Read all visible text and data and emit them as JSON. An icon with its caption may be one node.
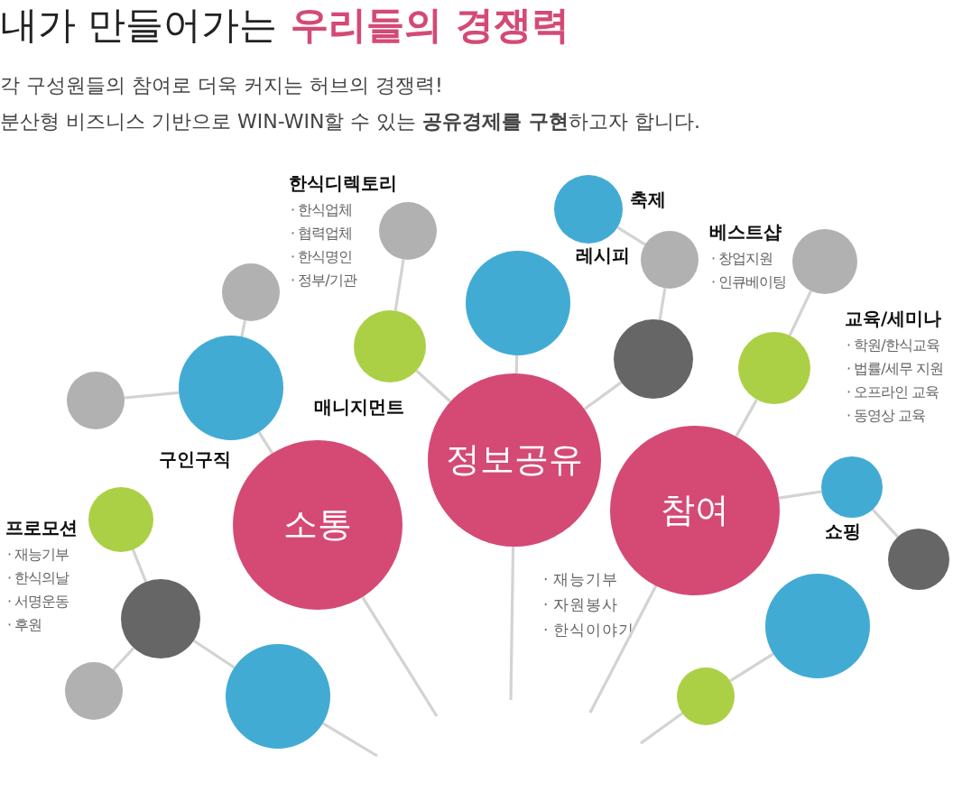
{
  "diagram": {
    "title": "내가 만들어가는 우리들의 경쟁력",
    "nodes": [
      {
        "text": [],
        "shape": "circle",
        "beside": [
          "축제"
        ]
      },
      {
        "text": [],
        "shape": "circle",
        "beside": [
          "한식디렉토리",
          "· 한식업체",
          "· 협력업체",
          "· 한식명인",
          "· 정부/기관"
        ]
      },
      {
        "text": [],
        "shape": "circle",
        "beside": [
          "베스트샵",
          "· 창업지원",
          "· 인큐베이팅"
        ]
      },
      {
        "text": [],
        "shape": "circle"
      },
      {
        "text": [],
        "shape": "circle"
      },
      {
        "text": [],
        "shape": "circle",
        "beside": [
          "레시피"
        ]
      },
      {
        "text": [],
        "shape": "circle",
        "beside": [
          "매니지먼트"
        ]
      },
      {
        "text": [],
        "shape": "circle"
      },
      {
        "text": [],
        "shape": "circle",
        "beside": [
          "교육/세미나",
          "· 학원/한식교육",
          "· 법률/세무 지원",
          "· 오프라인 교육",
          "· 동영상 교육"
        ]
      },
      {
        "text": [],
        "shape": "circle"
      },
      {
        "text": [],
        "shape": "circle",
        "beside": [
          "구인구직"
        ]
      },
      {
        "text": [
          "정보공유"
        ]
      },
      {
        "text": [],
        "shape": "circle",
        "beside": [
          "쇼핑"
        ]
      },
      {
        "text": [
          "참여"
        ]
      },
      {
        "text": [],
        "shape": "circle",
        "beside": [
          "프로모션",
          "· 재능기부",
          "· 한식의날",
          "· 서명운동",
          "· 후원"
        ]
      },
      {
        "text": [
          "소통"
        ]
      },
      {
        "text": [],
        "shape": "circle"
      },
      {
        "text": [],
        "shape": "circle"
      },
      {
        "text": [],
        "shape": "circle"
      },
      {
        "text": [],
        "shape": "circle"
      },
      {
        "text": [],
        "shape": "circle"
      },
      {
        "text": [],
        "shape": "circle"
      }
    ],
    "edges": [
      {
        "from": 15,
        "to": null,
        "arrow": "none"
      },
      {
        "from": 11,
        "to": null,
        "arrow": "none"
      },
      {
        "from": 13,
        "to": null,
        "arrow": "none"
      },
      {
        "from": 20,
        "to": null,
        "arrow": "none"
      },
      {
        "from": 21,
        "to": null,
        "arrow": "none"
      },
      {
        "from": 15,
        "to": 10,
        "arrow": "none"
      },
      {
        "from": 10,
        "to": 4,
        "arrow": "none"
      },
      {
        "from": 10,
        "to": 9,
        "arrow": "none"
      },
      {
        "from": 11,
        "to": 6,
        "arrow": "none"
      },
      {
        "from": 6,
        "to": 1,
        "arrow": "none"
      },
      {
        "from": 11,
        "to": 5,
        "arrow": "none"
      },
      {
        "from": 11,
        "to": 7,
        "arrow": "none"
      },
      {
        "from": 7,
        "to": 2,
        "arrow": "none"
      },
      {
        "from": 2,
        "to": 0,
        "arrow": "none"
      },
      {
        "from": 13,
        "to": 8,
        "arrow": "none"
      },
      {
        "from": 8,
        "to": 3,
        "arrow": "none"
      },
      {
        "from": 13,
        "to": 12,
        "arrow": "none"
      },
      {
        "from": 12,
        "to": 16,
        "arrow": "none"
      },
      {
        "from": 20,
        "to": 17,
        "arrow": "none"
      },
      {
        "from": 17,
        "to": 14,
        "arrow": "none"
      },
      {
        "from": 17,
        "to": 19,
        "arrow": "none"
      },
      {
        "from": 21,
        "to": 18,
        "arrow": "none"
      }
    ],
    "labels": [
      "각 구성원들의 참여로 더욱 커지는 허브의 경쟁력!",
      "분산형 비즈니스 기반으로 WIN-WIN할 수 있는 **공유경제를 구현**하고자 합니다.",
      "· 재능기부",
      "· 자원봉사",
      "· 한식이야기"
    ]
  }
}
